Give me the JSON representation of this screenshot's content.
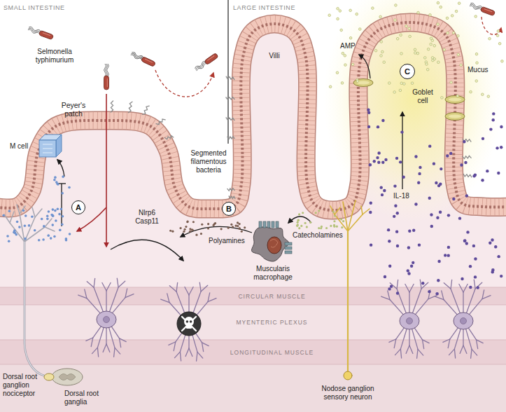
{
  "diagram": {
    "nodes": [
      {
        "text": [
          "A"
        ]
      },
      {
        "text": [
          "B"
        ]
      },
      {
        "text": [
          "C"
        ]
      },
      {
        "text": [
          "CIRCULAR MUSCLE"
        ]
      },
      {
        "text": [
          "MYENTERIC PLEXUS"
        ]
      },
      {
        "text": [
          "LONGITUDINAL MUSCLE"
        ]
      }
    ],
    "labels": [
      "SMALL INTESTINE",
      "LARGE INTESTINE",
      "Selmonella typhimurium",
      "AMP",
      "Villi",
      "Mucus",
      "Goblet cell",
      "Peyer's patch",
      "M cell",
      "Segmented filamentous bacteria",
      "IL-18",
      "Nlrp6 Casp11",
      "Polyamines",
      "Catecholamines",
      "Muscularis macrophage",
      "Dorsal root ganglion nociceptor",
      "Dorsal root ganglia",
      "Nodose ganglion sensory neuron"
    ]
  }
}
